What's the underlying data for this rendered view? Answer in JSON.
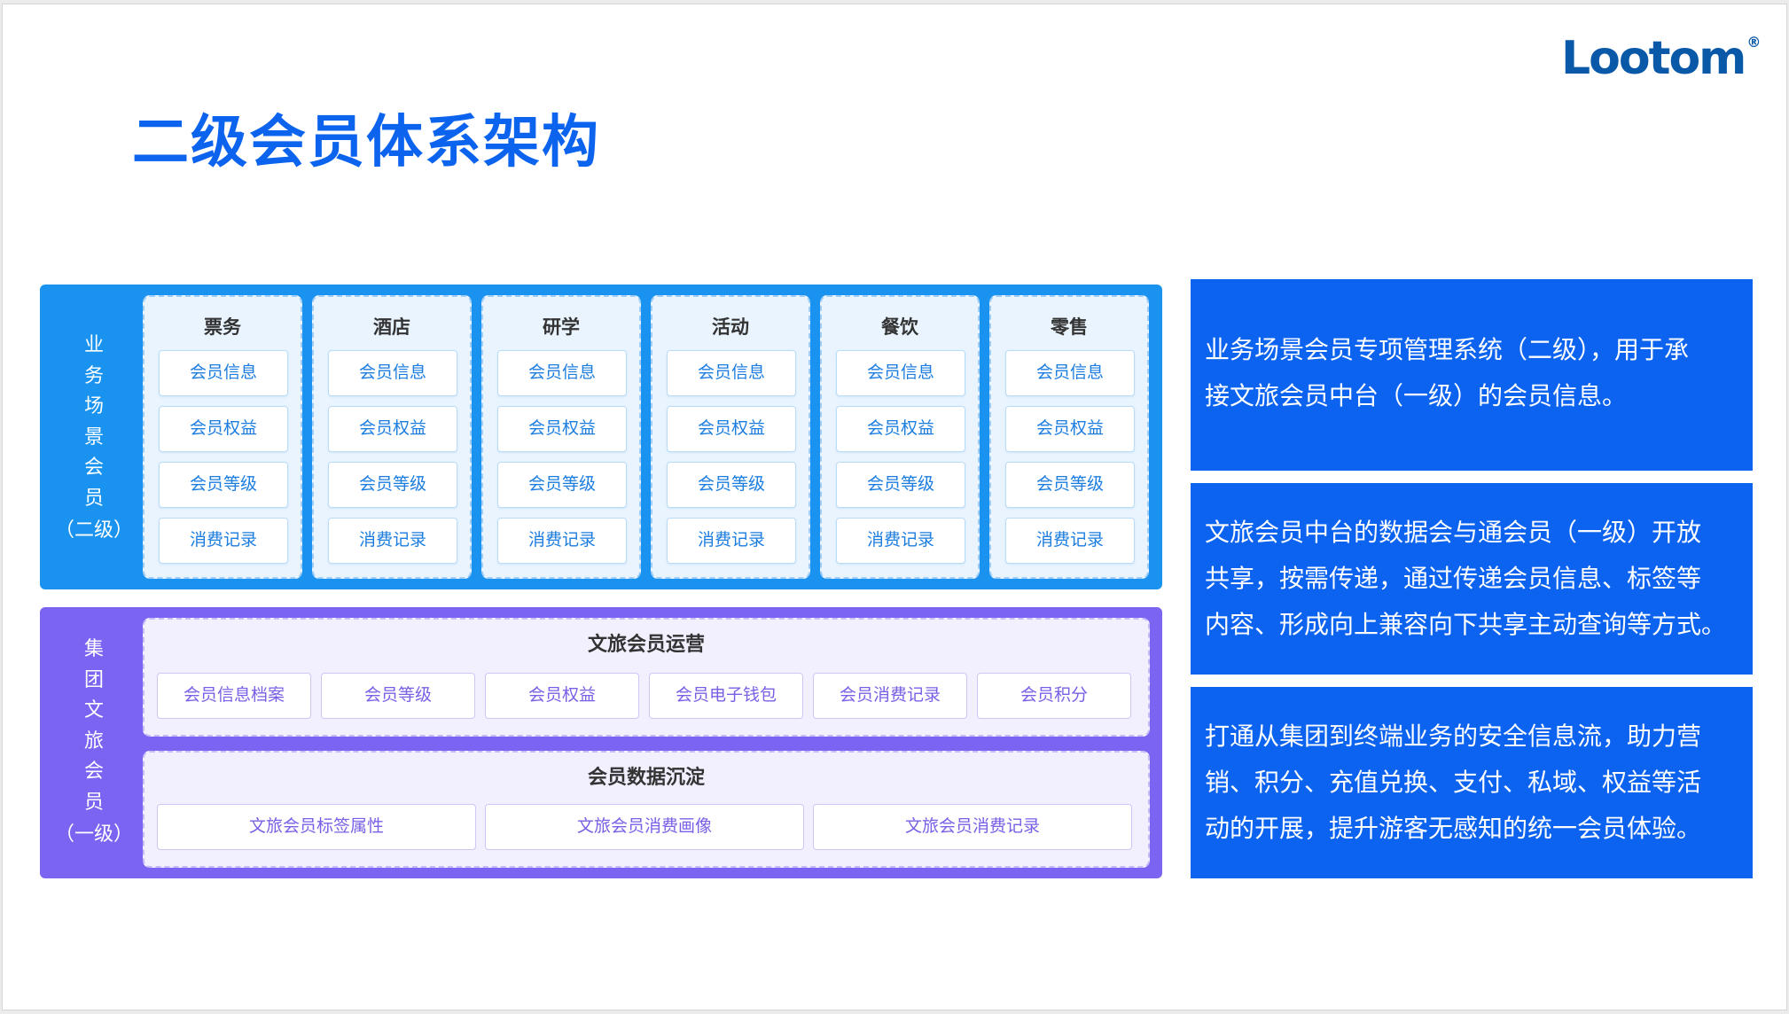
{
  "logo": {
    "text": "Lootom",
    "reg": "®"
  },
  "title": "二级会员体系架构",
  "colors": {
    "title": "#0b63ee",
    "business_panel": "#1a93f0",
    "group_panel": "#7a64f1",
    "info_box": "#0b63f0"
  },
  "business": {
    "side_label_chars": [
      "业",
      "务",
      "场",
      "景",
      "会",
      "员"
    ],
    "side_label_level": "（二级）",
    "columns": [
      {
        "title": "票务",
        "items": [
          "会员信息",
          "会员权益",
          "会员等级",
          "消费记录"
        ]
      },
      {
        "title": "酒店",
        "items": [
          "会员信息",
          "会员权益",
          "会员等级",
          "消费记录"
        ]
      },
      {
        "title": "研学",
        "items": [
          "会员信息",
          "会员权益",
          "会员等级",
          "消费记录"
        ]
      },
      {
        "title": "活动",
        "items": [
          "会员信息",
          "会员权益",
          "会员等级",
          "消费记录"
        ]
      },
      {
        "title": "餐饮",
        "items": [
          "会员信息",
          "会员权益",
          "会员等级",
          "消费记录"
        ]
      },
      {
        "title": "零售",
        "items": [
          "会员信息",
          "会员权益",
          "会员等级",
          "消费记录"
        ]
      }
    ]
  },
  "group": {
    "side_label_chars": [
      "集",
      "团",
      "文",
      "旅",
      "会",
      "员"
    ],
    "side_label_level": "（一级）",
    "operations": {
      "title": "文旅会员运营",
      "items": [
        "会员信息档案",
        "会员等级",
        "会员权益",
        "会员电子钱包",
        "会员消费记录",
        "会员积分"
      ]
    },
    "data": {
      "title": "会员数据沉淀",
      "items": [
        "文旅会员标签属性",
        "文旅会员消费画像",
        "文旅会员消费记录"
      ]
    }
  },
  "info": [
    {
      "lines": [
        "业务场景会员专项管理系统（二级），用于承",
        "接文旅会员中台（一级）的会员信息。"
      ]
    },
    {
      "lines": [
        "文旅会员中台的数据会与通会员（一级）开放",
        "共享，按需传递，通过传递会员信息、标签等",
        "内容、形成向上兼容向下共享主动查询等方式。"
      ]
    },
    {
      "lines": [
        "打通从集团到终端业务的安全信息流，助力营",
        "销、积分、充值兑换、支付、私域、权益等活",
        "动的开展，提升游客无感知的统一会员体验。"
      ]
    }
  ]
}
